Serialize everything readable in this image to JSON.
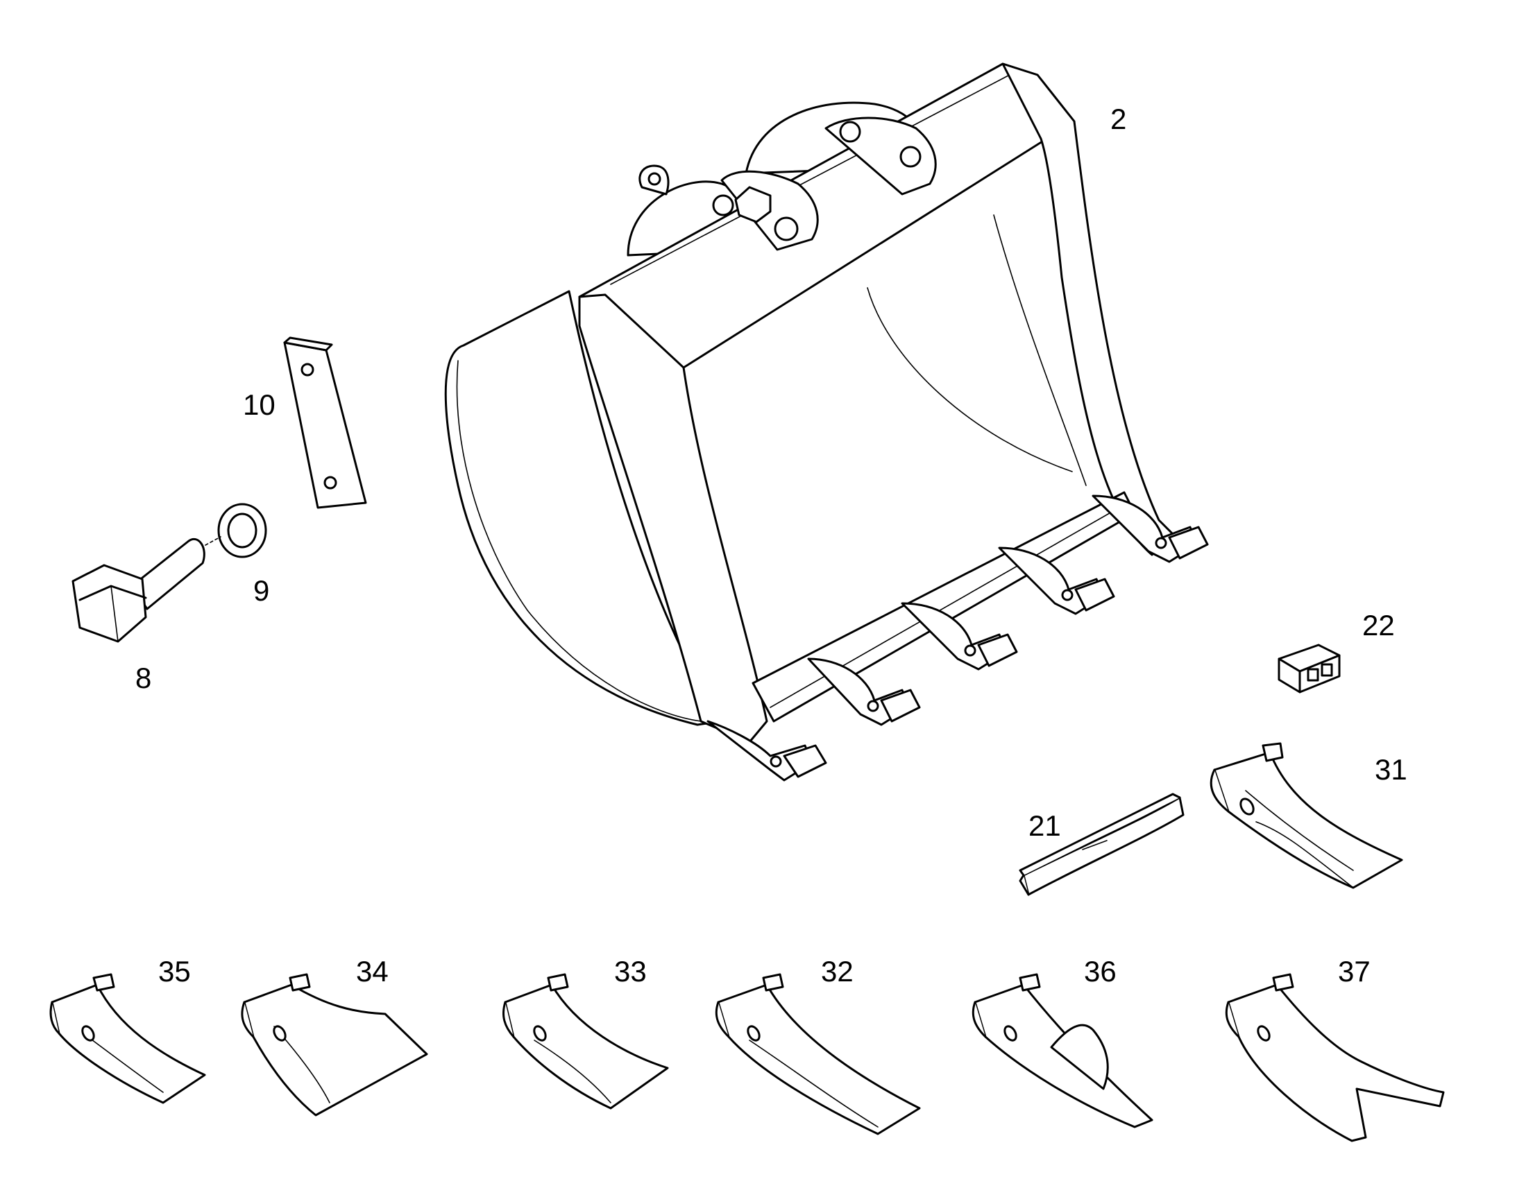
{
  "labels": {
    "p2": "2",
    "p8": "8",
    "p9": "9",
    "p10": "10",
    "p21": "21",
    "p22": "22",
    "p31": "31",
    "p32": "32",
    "p33": "33",
    "p34": "34",
    "p35": "35",
    "p36": "36",
    "p37": "37"
  }
}
